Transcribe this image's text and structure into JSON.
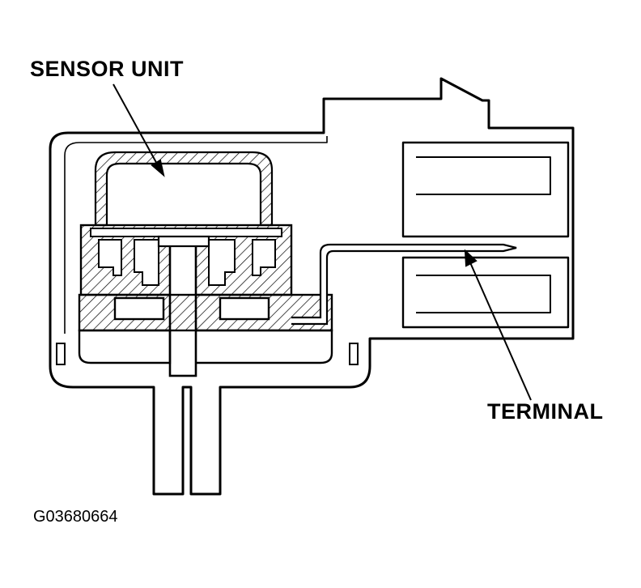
{
  "labels": {
    "sensor_unit": "SENSOR UNIT",
    "terminal": "TERMINAL",
    "figure_code": "G03680664"
  },
  "colors": {
    "ink": "#000000",
    "paper": "#ffffff"
  }
}
